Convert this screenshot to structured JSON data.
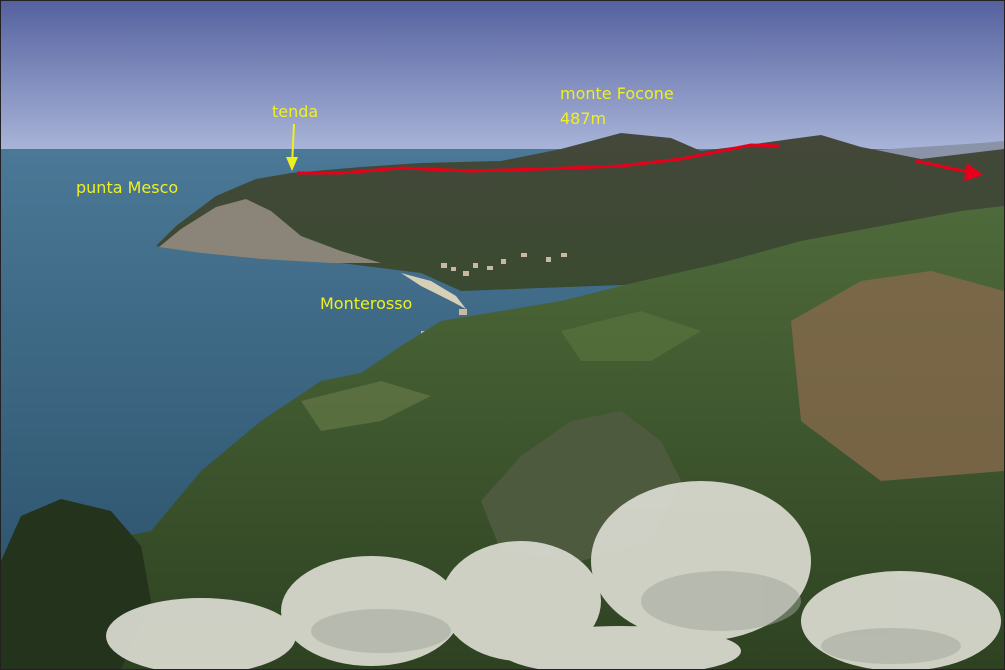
{
  "labels": {
    "tenda": "tenda",
    "monte_focone": "monte Focone",
    "monte_focone_altitude": "487m",
    "punta_mesco": "punta Mesco",
    "monterosso": "Monterosso"
  },
  "colors": {
    "sky_top": "#5d6aa8",
    "sky_bottom": "#a7b4d8",
    "sea": "#3f6a86",
    "mountain": "#3b3f33",
    "slope_green": "#4f6b3a",
    "shrub_white": "#d9d9cf",
    "annotation_yellow": "#f0f020",
    "route_red": "#e8001a"
  }
}
